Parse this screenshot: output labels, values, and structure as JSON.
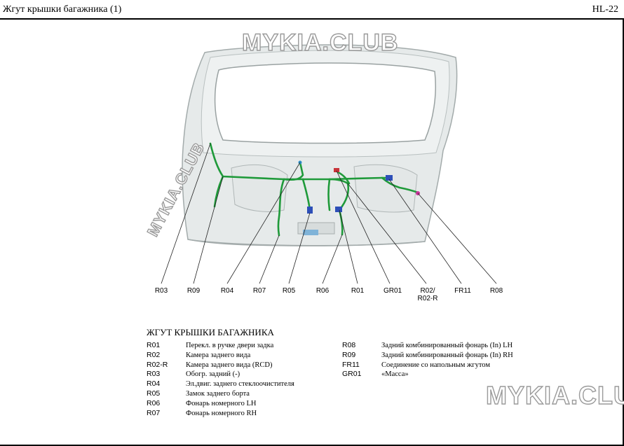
{
  "header": {
    "title": "Жгут крышки багажника (1)",
    "code": "HL-22"
  },
  "watermarks": {
    "top": "MYKIA.CLUB",
    "diagonal": "MYKIA.CLUB",
    "bottom_right": "MYKIA.CLUB"
  },
  "connectors": [
    {
      "code": "R03"
    },
    {
      "code": "R09"
    },
    {
      "code": "R04"
    },
    {
      "code": "R07"
    },
    {
      "code": "R05"
    },
    {
      "code": "R06"
    },
    {
      "code": "R01"
    },
    {
      "code": "GR01"
    },
    {
      "code": "R02/",
      "code2": "R02-R"
    },
    {
      "code": "FR11"
    },
    {
      "code": "R08"
    }
  ],
  "legend": {
    "title": "ЖГУТ КРЫШКИ БАГАЖНИКА",
    "left": [
      {
        "code": "R01",
        "desc": "Перекл. в ручке двери задка"
      },
      {
        "code": "R02",
        "desc": "Камера заднего вида"
      },
      {
        "code": "R02-R",
        "desc": "Камера заднего вида (RCD)"
      },
      {
        "code": "R03",
        "desc": "Обогр. задний (-)"
      },
      {
        "code": "R04",
        "desc": "Эл.двиг. заднего стеклоочистителя"
      },
      {
        "code": "R05",
        "desc": "Замок заднего борта"
      },
      {
        "code": "R06",
        "desc": "Фонарь номерного LH"
      },
      {
        "code": "R07",
        "desc": "Фонарь номерного RH"
      }
    ],
    "right": [
      {
        "code": "R08",
        "desc": "Задний комбинированный фонарь (In) LH"
      },
      {
        "code": "R09",
        "desc": "Задний комбинированный фонарь (In) RH"
      },
      {
        "code": "FR11",
        "desc": "Соединение со напольным жгутом"
      },
      {
        "code": "GR01",
        "desc": "«Масса»"
      }
    ]
  },
  "colors": {
    "harness": "#1f9a3a",
    "door": "#dfe4e4",
    "door_edge": "#9aa2a2",
    "connector_blue": "#2d4fb8",
    "connector_red": "#c8343a"
  }
}
